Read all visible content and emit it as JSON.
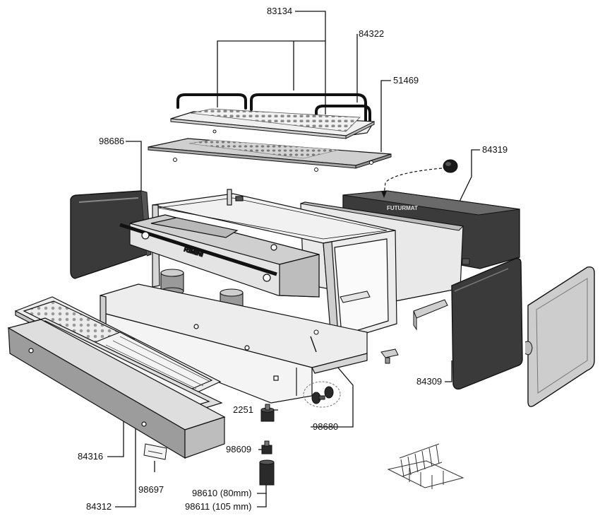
{
  "labels": {
    "p83134": "83134",
    "p84322": "84322",
    "p51469": "51469",
    "p98686": "98686",
    "p84319": "84319",
    "p84309": "84309",
    "p98680": "98680",
    "p2251": "2251",
    "p98609": "98609",
    "p98610": "98610 (80mm)",
    "p98611": "98611 (105 mm)",
    "p84316": "84316",
    "p98697": "98697",
    "p84312": "84312"
  },
  "brand": {
    "machine": "RIMINI",
    "logo": "FUTURMAT"
  },
  "colors": {
    "line": "#111111",
    "dark_panel": "#3a3a3a",
    "metal": "#d9d9d9",
    "light_metal": "#ececec",
    "mid_metal": "#bdbdbd"
  }
}
